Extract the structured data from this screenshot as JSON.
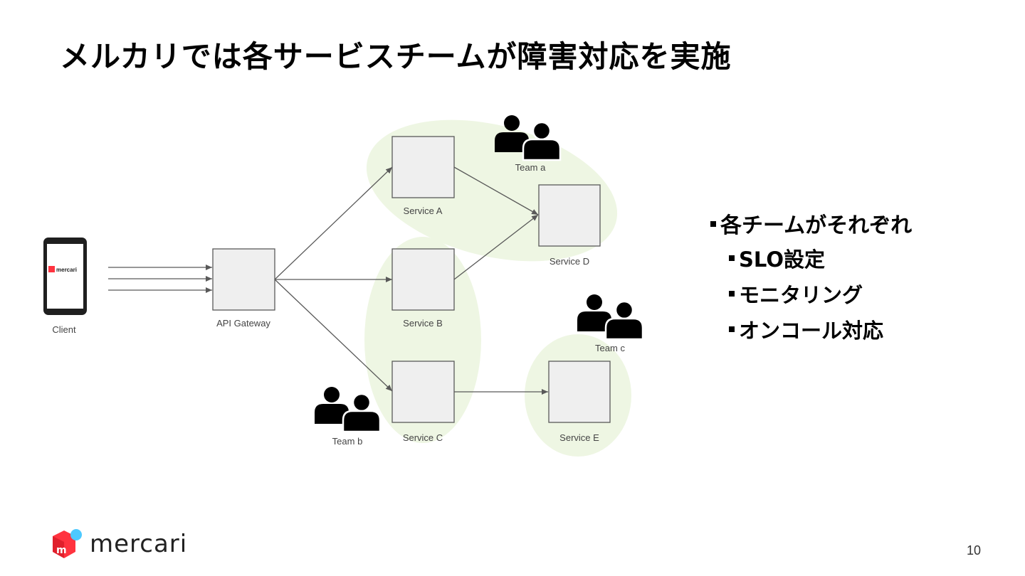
{
  "slide": {
    "title": "メルカリでは各サービスチームが障害対応を実施",
    "page_number": "10"
  },
  "diagram": {
    "client": {
      "label": "Client",
      "screen_brand": "mercari"
    },
    "gateway": {
      "label": "API Gateway"
    },
    "services": {
      "a": "Service A",
      "b": "Service B",
      "c": "Service C",
      "d": "Service D",
      "e": "Service E"
    },
    "teams": {
      "a": "Team a",
      "b": "Team b",
      "c": "Team c"
    },
    "colors": {
      "group_fill": "#eef6e3",
      "node_fill": "#efefef",
      "node_stroke": "#595959",
      "edge": "#595959"
    }
  },
  "bullets": {
    "heading": "各チームがそれぞれ",
    "items": [
      "SLO設定",
      "モニタリング",
      "オンコール対応"
    ]
  },
  "footer": {
    "logo_text": "mercari",
    "logo_color": "#ff333f",
    "dot_color": "#4dc9ff"
  }
}
